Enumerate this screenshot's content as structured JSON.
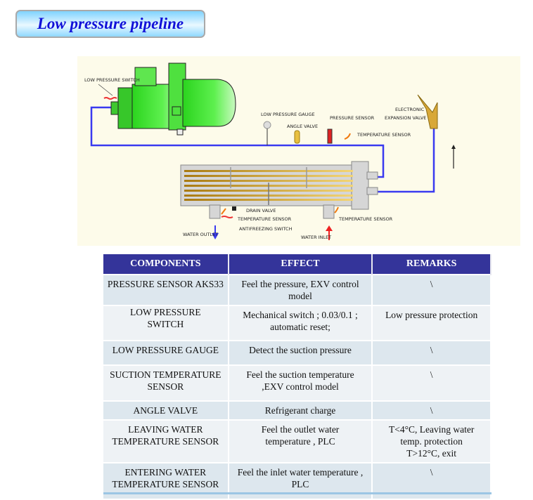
{
  "title": "Low pressure pipeline",
  "diagram": {
    "labels": {
      "low_pressure_switch": "LOW PRESSURE SWITCH",
      "low_pressure_gauge": "LOW PRESSURE GAUGE",
      "angle_valve": "ANGLE VALVE",
      "pressure_sensor": "PRESSURE SENSOR",
      "exv_line1": "ELECTRONIC",
      "exv_line2": "EXPANSION VALVE",
      "temp_sensor_suction": "TEMPERATURE SENSOR",
      "drain_valve": "DRAIN VALVE",
      "temp_sensor_outlet": "TEMPERATURE SENSOR",
      "antifreezing_switch": "ANTIFREEZING SWITCH",
      "water_outlet": "WATER OUTLET",
      "water_inlet": "WATER INLET",
      "temp_sensor_inlet": "TEMPERATURE SENSOR"
    },
    "colors": {
      "pipe": "#3a3af0",
      "compressor": "#44ee33",
      "background": "#fdfbea"
    }
  },
  "table": {
    "headers": [
      "COMPONENTS",
      "EFFECT",
      "REMARKS"
    ],
    "rows": [
      [
        "PRESSURE SENSOR AKS33",
        "Feel the pressure, EXV control model",
        "\\"
      ],
      [
        "LOW PRESSURE SWITCH",
        "Mechanical switch ; 0.03/0.1 ; automatic reset;",
        "Low pressure protection"
      ],
      [
        "LOW PRESSURE GAUGE",
        "Detect the suction pressure",
        "\\"
      ],
      [
        "SUCTION TEMPERATURE SENSOR",
        "Feel the suction temperature ,EXV control model",
        "\\"
      ],
      [
        "ANGLE VALVE",
        "Refrigerant charge",
        "\\"
      ],
      [
        "LEAVING WATER TEMPERATURE SENSOR",
        "Feel the outlet water temperature , PLC",
        "T<4°C, Leaving water temp. protection T>12°C, exit"
      ],
      [
        "ENTERING WATER TEMPERATURE SENSOR",
        "Feel the inlet water temperature , PLC",
        "\\"
      ]
    ]
  }
}
